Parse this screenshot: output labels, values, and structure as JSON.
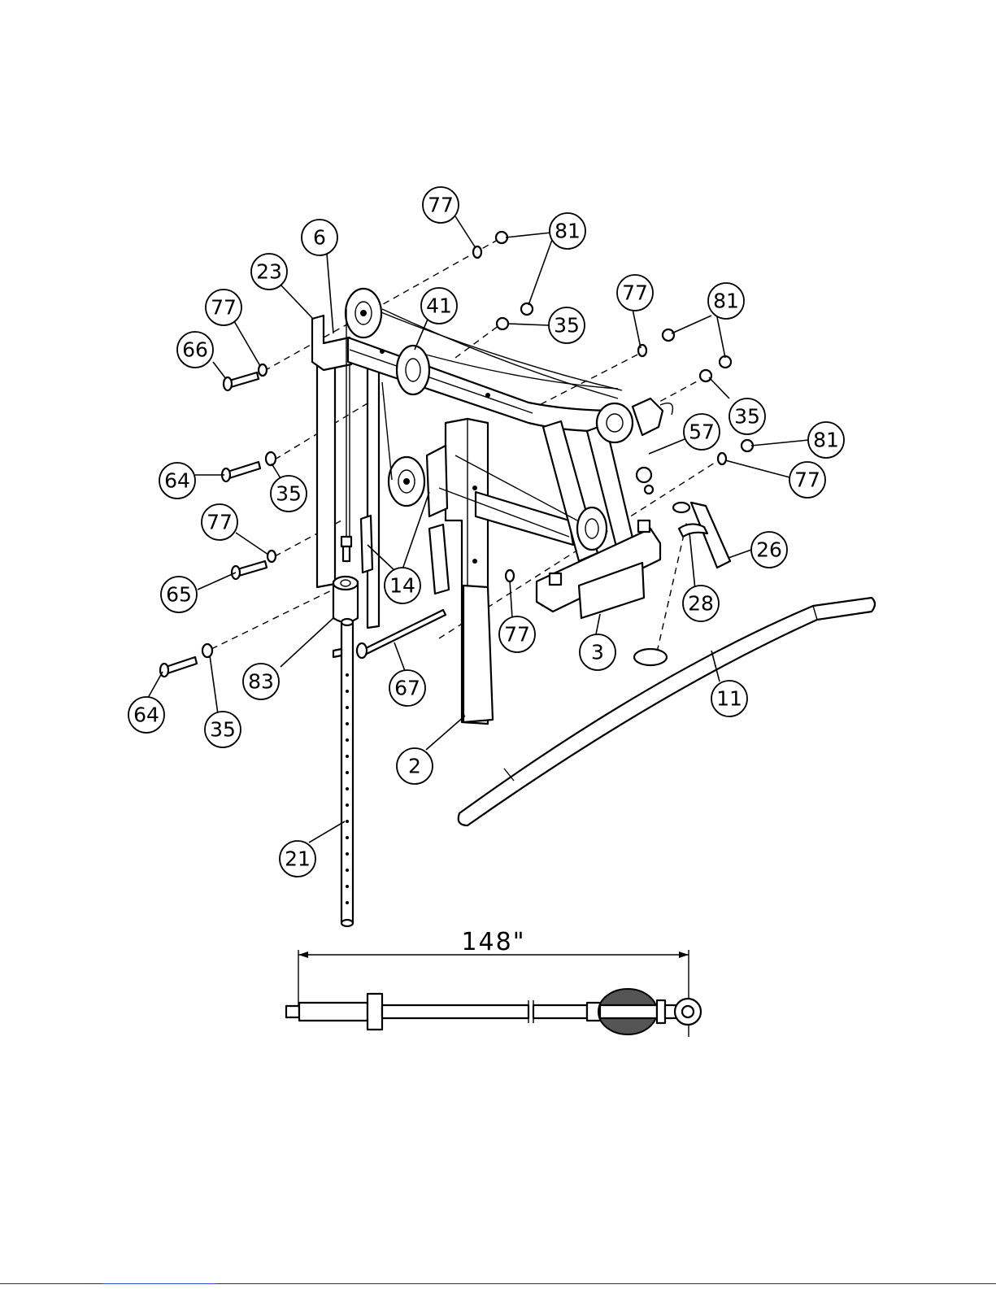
{
  "callouts": [
    {
      "label": "77"
    },
    {
      "label": "81"
    },
    {
      "label": "6"
    },
    {
      "label": "23"
    },
    {
      "label": "41"
    },
    {
      "label": "77"
    },
    {
      "label": "81"
    },
    {
      "label": "35"
    },
    {
      "label": "77"
    },
    {
      "label": "66"
    },
    {
      "label": "35"
    },
    {
      "label": "57"
    },
    {
      "label": "81"
    },
    {
      "label": "64"
    },
    {
      "label": "35"
    },
    {
      "label": "77"
    },
    {
      "label": "77"
    },
    {
      "label": "26"
    },
    {
      "label": "65"
    },
    {
      "label": "14"
    },
    {
      "label": "28"
    },
    {
      "label": "77"
    },
    {
      "label": "83"
    },
    {
      "label": "67"
    },
    {
      "label": "3"
    },
    {
      "label": "11"
    },
    {
      "label": "64"
    },
    {
      "label": "35"
    },
    {
      "label": "2"
    },
    {
      "label": "21"
    }
  ],
  "cable": {
    "length_label": "148\""
  }
}
